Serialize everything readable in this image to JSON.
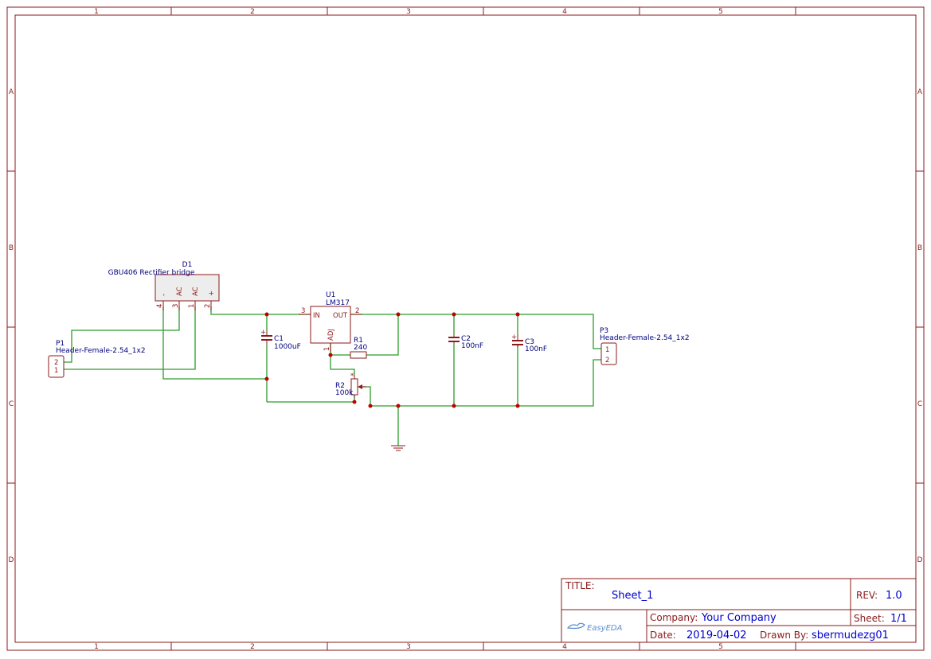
{
  "frame": {
    "columns": [
      "1",
      "2",
      "3",
      "4",
      "5"
    ],
    "rows": [
      "A",
      "B",
      "C",
      "D"
    ]
  },
  "title_block": {
    "title_label": "TITLE:",
    "title_value": "Sheet_1",
    "rev_label": "REV:",
    "rev_value": "1.0",
    "company_label": "Company:",
    "company_value": "Your Company",
    "sheet_label": "Sheet:",
    "sheet_value": "1/1",
    "date_label": "Date:",
    "date_value": "2019-04-02",
    "drawn_label": "Drawn By:",
    "drawn_value": "sbermudezg01",
    "logo_text": "EasyEDA"
  },
  "components": {
    "d1": {
      "ref": "D1",
      "value": "GBU406 Rectifier bridge",
      "pin_labels": [
        "-",
        "AC",
        "AC",
        "+"
      ],
      "pin_numbers": [
        "4",
        "3",
        "1",
        "2"
      ]
    },
    "u1": {
      "ref": "U1",
      "value": "LM317",
      "pin_in": "IN",
      "pin_out": "OUT",
      "pin_adj": "ADJ",
      "pin_in_num": "3",
      "pin_out_num": "2",
      "pin_adj_num": "1"
    },
    "p1": {
      "ref": "P1",
      "value": "Header-Female-2.54_1x2",
      "pins": [
        "2",
        "1"
      ]
    },
    "p3": {
      "ref": "P3",
      "value": "Header-Female-2.54_1x2",
      "pins": [
        "1",
        "2"
      ]
    },
    "c1": {
      "ref": "C1",
      "value": "1000uF",
      "polarity": "+"
    },
    "c2": {
      "ref": "C2",
      "value": "100nF"
    },
    "c3": {
      "ref": "C3",
      "value": "100nF",
      "polarity": "+"
    },
    "r1": {
      "ref": "R1",
      "value": "240"
    },
    "r2": {
      "ref": "R2",
      "value": "100k"
    }
  },
  "colors": {
    "frame": "#8b1a1a",
    "wire": "#2a9d2a",
    "junction": "#c00000",
    "label": "#000080",
    "title_value": "#0000cc"
  }
}
